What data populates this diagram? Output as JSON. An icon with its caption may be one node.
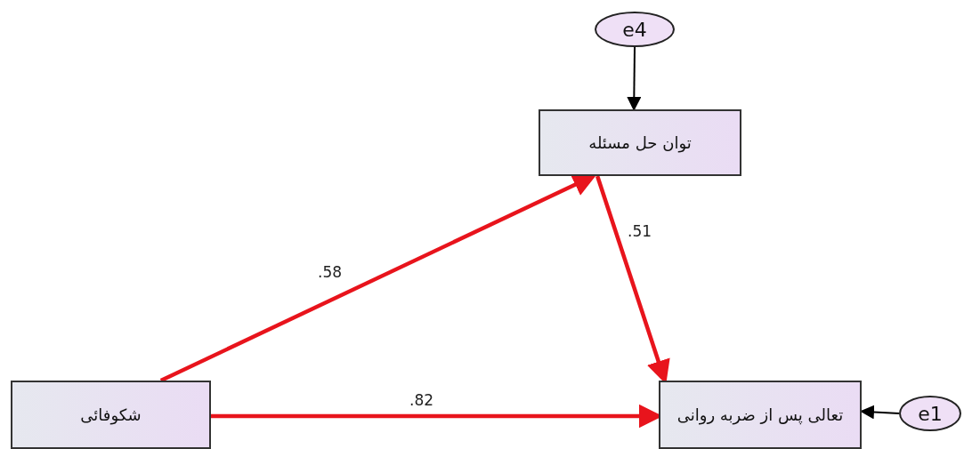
{
  "diagram": {
    "nodes": [
      {
        "text": [
          "e4"
        ]
      },
      {
        "text": [
          "توان حل مسئله"
        ]
      },
      {
        "text": [
          "شکوفائی"
        ]
      },
      {
        "text": [
          "تعالی پس از ضربه روانی"
        ]
      },
      {
        "text": [
          "e1"
        ]
      }
    ],
    "edges": [
      {
        "from": 0,
        "to": 1,
        "arrow": "to",
        "color": "#000000"
      },
      {
        "from": 2,
        "to": 1,
        "arrow": "to",
        "label": ".58"
      },
      {
        "from": 1,
        "to": 3,
        "arrow": "to",
        "label": ".51"
      },
      {
        "from": 2,
        "to": 3,
        "arrow": "to",
        "label": ".82"
      },
      {
        "from": 4,
        "to": 3,
        "arrow": "to",
        "color": "#000000"
      }
    ]
  }
}
